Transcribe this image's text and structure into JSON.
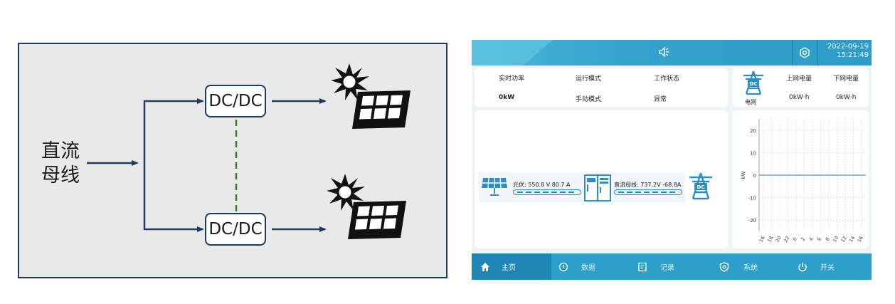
{
  "diagram": {
    "bus_label_line1": "直流",
    "bus_label_line2": "母线",
    "converter_top": "DC/DC",
    "converter_bottom": "DC/DC",
    "colors": {
      "line": "#1f3b5e",
      "dashed": "#3c7a2a",
      "panel": "#e9e9e9"
    }
  },
  "hmi": {
    "topbar": {
      "speaker_icon": "speaker-icon",
      "settings_icon": "gear-icon",
      "date": "2022-09-19",
      "time": "15:21:49"
    },
    "status": {
      "realtime_power_label": "实时功率",
      "realtime_power_value": "0kW",
      "run_mode_label": "运行模式",
      "run_mode_value": "手动模式",
      "work_state_label": "工作状态",
      "work_state_value": "异常"
    },
    "grid": {
      "icon_label": "电网",
      "upload_label": "上网电量",
      "upload_value": "0kW·h",
      "download_label": "下网电量",
      "download_value": "0kW·h"
    },
    "flow": {
      "pv_text": "光伏:  550.8 V    80.7 A",
      "bus_text": "直流母线: 737.2V  -68.8A",
      "pv_icon": "solar-panel-icon",
      "converter_icon": "converter-cabinet-icon",
      "grid_icon": "grid-tower-icon"
    },
    "nav": {
      "home": "主页",
      "data": "数据",
      "records": "记录",
      "system": "系统",
      "power": "开关"
    }
  },
  "chart_data": {
    "type": "line",
    "ylabel": "kW",
    "ylim": [
      -25,
      25
    ],
    "yticks": [
      20,
      10,
      0,
      -10,
      -20
    ],
    "xticks": [
      "16",
      "18",
      "20",
      "22",
      "0",
      "2",
      "4",
      "6",
      "8",
      "10",
      "12",
      "14",
      "16"
    ],
    "series": [
      {
        "values": [
          0,
          0,
          0,
          0,
          0,
          0,
          0,
          0,
          0,
          0,
          0,
          0,
          0
        ]
      }
    ],
    "grid": true,
    "colors": {
      "series": "#4f96c4",
      "grid": "#c9cfd5"
    }
  }
}
